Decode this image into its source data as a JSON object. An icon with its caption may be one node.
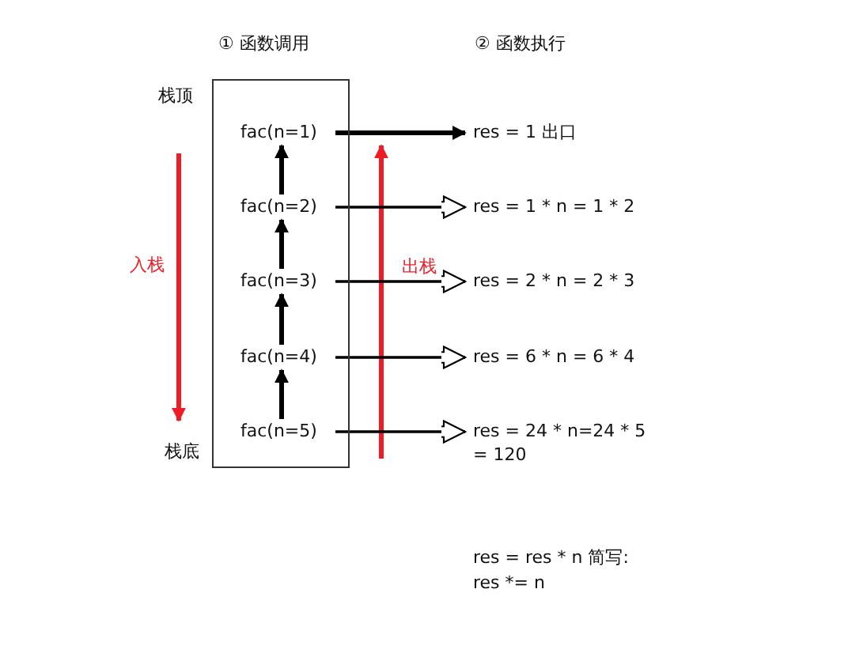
{
  "diagram": {
    "nodes": [
      {
        "text": [],
        "shape": "box"
      },
      {
        "text": [
          "fac(n=1)"
        ],
        "in": 0
      },
      {
        "text": [
          "fac(n=2)"
        ],
        "in": 0
      },
      {
        "text": [
          "fac(n=3)"
        ],
        "in": 0
      },
      {
        "text": [
          "fac(n=4)"
        ],
        "in": 0
      },
      {
        "text": [
          "fac(n=5)"
        ],
        "in": 0
      },
      {
        "text": [
          "res = 1  出口"
        ]
      },
      {
        "text": [
          "res = 1 * n = 1 * 2"
        ]
      },
      {
        "text": [
          "res = 2 * n = 2 * 3"
        ]
      },
      {
        "text": [
          "res = 6 * n = 6 * 4"
        ]
      },
      {
        "text": [
          "res = 24 * n=24 * 5 = 120"
        ]
      }
    ],
    "edges": [
      {
        "from": 2,
        "to": 1,
        "arrow": "to"
      },
      {
        "from": 3,
        "to": 2,
        "arrow": "to"
      },
      {
        "from": 4,
        "to": 3,
        "arrow": "to"
      },
      {
        "from": 5,
        "to": 4,
        "arrow": "to"
      },
      {
        "from": 1,
        "to": 6,
        "arrow": "to"
      },
      {
        "from": 2,
        "to": 7,
        "arrow": "to"
      },
      {
        "from": 3,
        "to": 8,
        "arrow": "to"
      },
      {
        "from": 4,
        "to": 9,
        "arrow": "to"
      },
      {
        "from": 5,
        "to": 10,
        "arrow": "to"
      }
    ],
    "labels": [
      "① 函数调用",
      "② 函数执行",
      "栈顶",
      "入栈",
      "出栈",
      "栈底",
      "res = res * n 简写:",
      "res *= n"
    ]
  }
}
